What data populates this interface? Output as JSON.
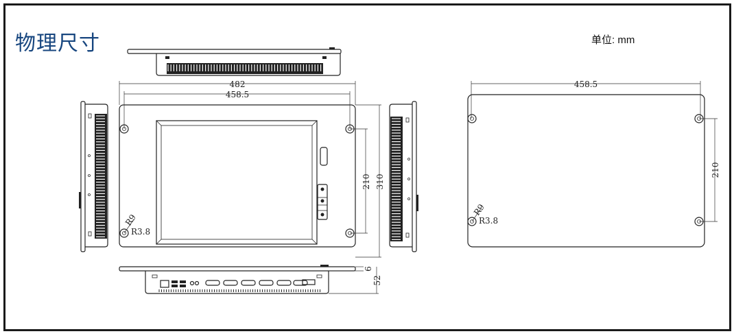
{
  "title": "物理尺寸",
  "unit_label": "单位: mm",
  "dimensions": {
    "overall_width": "482",
    "hole_spacing_width": "458.5",
    "hole_spacing_height": "210",
    "overall_height": "310",
    "bezel_thickness": "6",
    "overall_depth": "52",
    "corner_radius": "R9",
    "hole_radius": "R3.8"
  },
  "back_view": {
    "hole_spacing_width": "458.5",
    "hole_spacing_height": "210",
    "corner_radius": "R9",
    "hole_radius": "R3.8"
  }
}
